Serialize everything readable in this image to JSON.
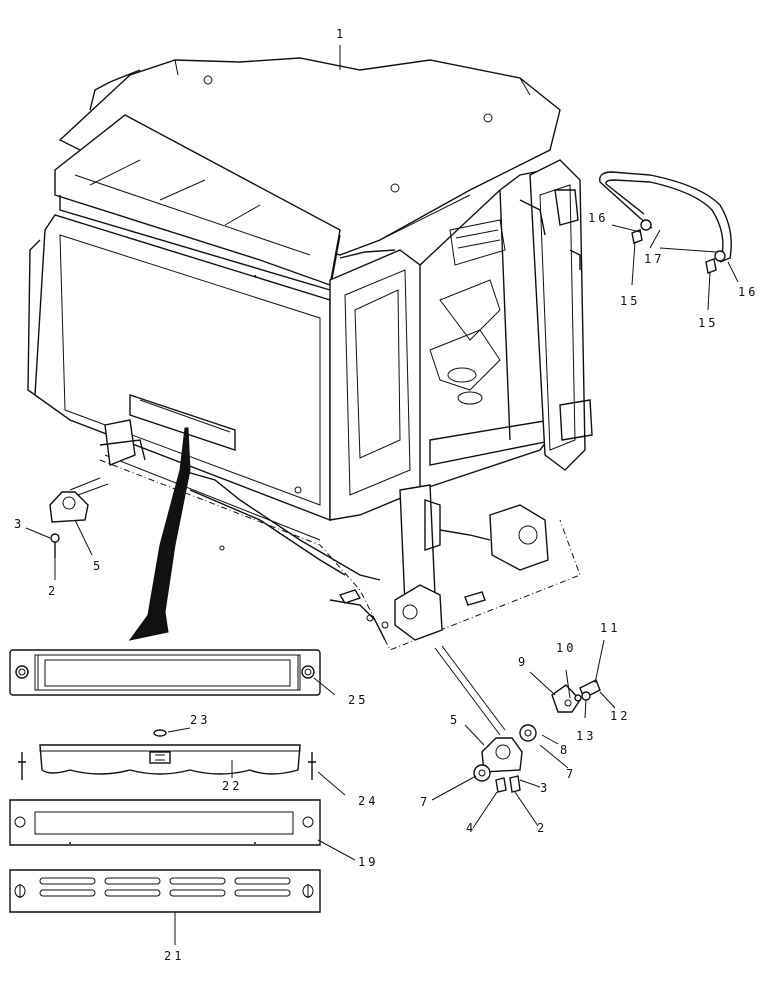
{
  "callouts": {
    "c1": "1",
    "c2a": "2",
    "c3a": "3",
    "c5a": "5",
    "c15a": "15",
    "c15b": "15",
    "c16a": "16",
    "c16b": "16",
    "c17": "17",
    "c9": "9",
    "c10": "10",
    "c11": "11",
    "c12": "12",
    "c13": "13",
    "c5b": "5",
    "c8": "8",
    "c7a": "7",
    "c7b": "7",
    "c3b": "3",
    "c4": "4",
    "c2b": "2",
    "c25": "25",
    "c23": "23",
    "c22": "22",
    "c24": "24",
    "c19": "19",
    "c21": "21"
  }
}
